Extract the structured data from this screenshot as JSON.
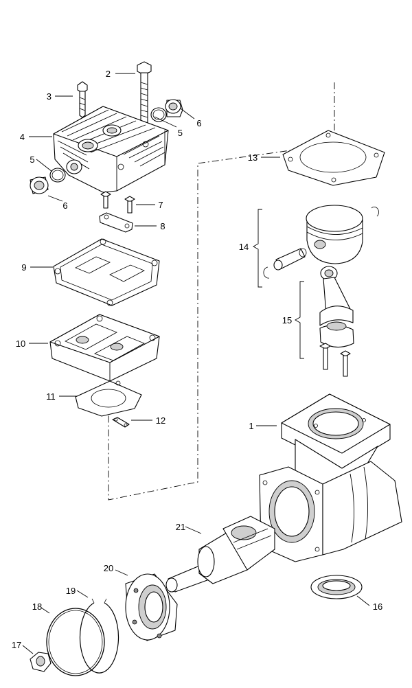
{
  "callouts": [
    {
      "id": "c1",
      "label": "1"
    },
    {
      "id": "c2",
      "label": "2"
    },
    {
      "id": "c3",
      "label": "3"
    },
    {
      "id": "c4",
      "label": "4"
    },
    {
      "id": "c5a",
      "label": "5"
    },
    {
      "id": "c5b",
      "label": "5"
    },
    {
      "id": "c6a",
      "label": "6"
    },
    {
      "id": "c6b",
      "label": "6"
    },
    {
      "id": "c7",
      "label": "7"
    },
    {
      "id": "c8",
      "label": "8"
    },
    {
      "id": "c9",
      "label": "9"
    },
    {
      "id": "c10",
      "label": "10"
    },
    {
      "id": "c11",
      "label": "11"
    },
    {
      "id": "c12",
      "label": "12"
    },
    {
      "id": "c13",
      "label": "13"
    },
    {
      "id": "c14",
      "label": "14"
    },
    {
      "id": "c15",
      "label": "15"
    },
    {
      "id": "c16",
      "label": "16"
    },
    {
      "id": "c17",
      "label": "17"
    },
    {
      "id": "c18",
      "label": "18"
    },
    {
      "id": "c19",
      "label": "19"
    },
    {
      "id": "c20",
      "label": "20"
    },
    {
      "id": "c21",
      "label": "21"
    }
  ]
}
